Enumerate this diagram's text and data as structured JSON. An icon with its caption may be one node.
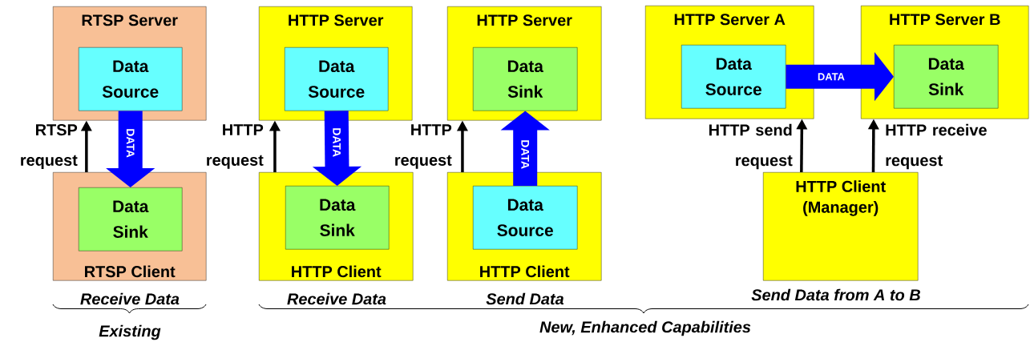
{
  "diagram": {
    "nodes": [
      {
        "text": [
          "RTSP Server"
        ]
      },
      {
        "text": [
          "Data Source"
        ],
        "in": 0
      },
      {
        "text": [
          "RTSP Client"
        ]
      },
      {
        "text": [
          "Data Sink"
        ],
        "in": 2
      },
      {
        "text": [
          "HTTP Server"
        ]
      },
      {
        "text": [
          "Data Source"
        ],
        "in": 4
      },
      {
        "text": [
          "HTTP Client"
        ]
      },
      {
        "text": [
          "Data Sink"
        ],
        "in": 6
      },
      {
        "text": [
          "HTTP Server"
        ]
      },
      {
        "text": [
          "Data Sink"
        ],
        "in": 8
      },
      {
        "text": [
          "HTTP Client"
        ]
      },
      {
        "text": [
          "Data Source"
        ],
        "in": 10
      },
      {
        "text": [
          "HTTP Server A"
        ]
      },
      {
        "text": [
          "Data Source"
        ],
        "in": 12
      },
      {
        "text": [
          "HTTP Server B"
        ]
      },
      {
        "text": [
          "Data Sink"
        ],
        "in": 14
      },
      {
        "text": [
          "HTTP Client (Manager)"
        ]
      }
    ],
    "edges": [
      {
        "from": 2,
        "to": 0,
        "arrow": "to",
        "label": "RTSP request"
      },
      {
        "from": 1,
        "to": 3,
        "arrow": "to",
        "label": "DATA",
        "style": "thick",
        "color": "#0000ff"
      },
      {
        "from": 6,
        "to": 4,
        "arrow": "to",
        "label": "HTTP request"
      },
      {
        "from": 5,
        "to": 7,
        "arrow": "to",
        "label": "DATA",
        "style": "thick",
        "color": "#0000ff"
      },
      {
        "from": 10,
        "to": 8,
        "arrow": "to",
        "label": "HTTP request"
      },
      {
        "from": 11,
        "to": 9,
        "arrow": "to",
        "label": "DATA",
        "style": "thick",
        "color": "#0000ff"
      },
      {
        "from": 16,
        "to": 12,
        "arrow": "to",
        "label": "HTTP send request"
      },
      {
        "from": 16,
        "to": 14,
        "arrow": "to",
        "label": "HTTP receive request"
      },
      {
        "from": 13,
        "to": 15,
        "arrow": "to",
        "label": "DATA",
        "style": "thick",
        "color": "#0000ff"
      }
    ],
    "labels": [
      "Receive Data",
      "Existing",
      "Receive Data",
      "Send Data",
      "Send Data from A to B",
      "New, Enhanced Capabilities"
    ]
  }
}
